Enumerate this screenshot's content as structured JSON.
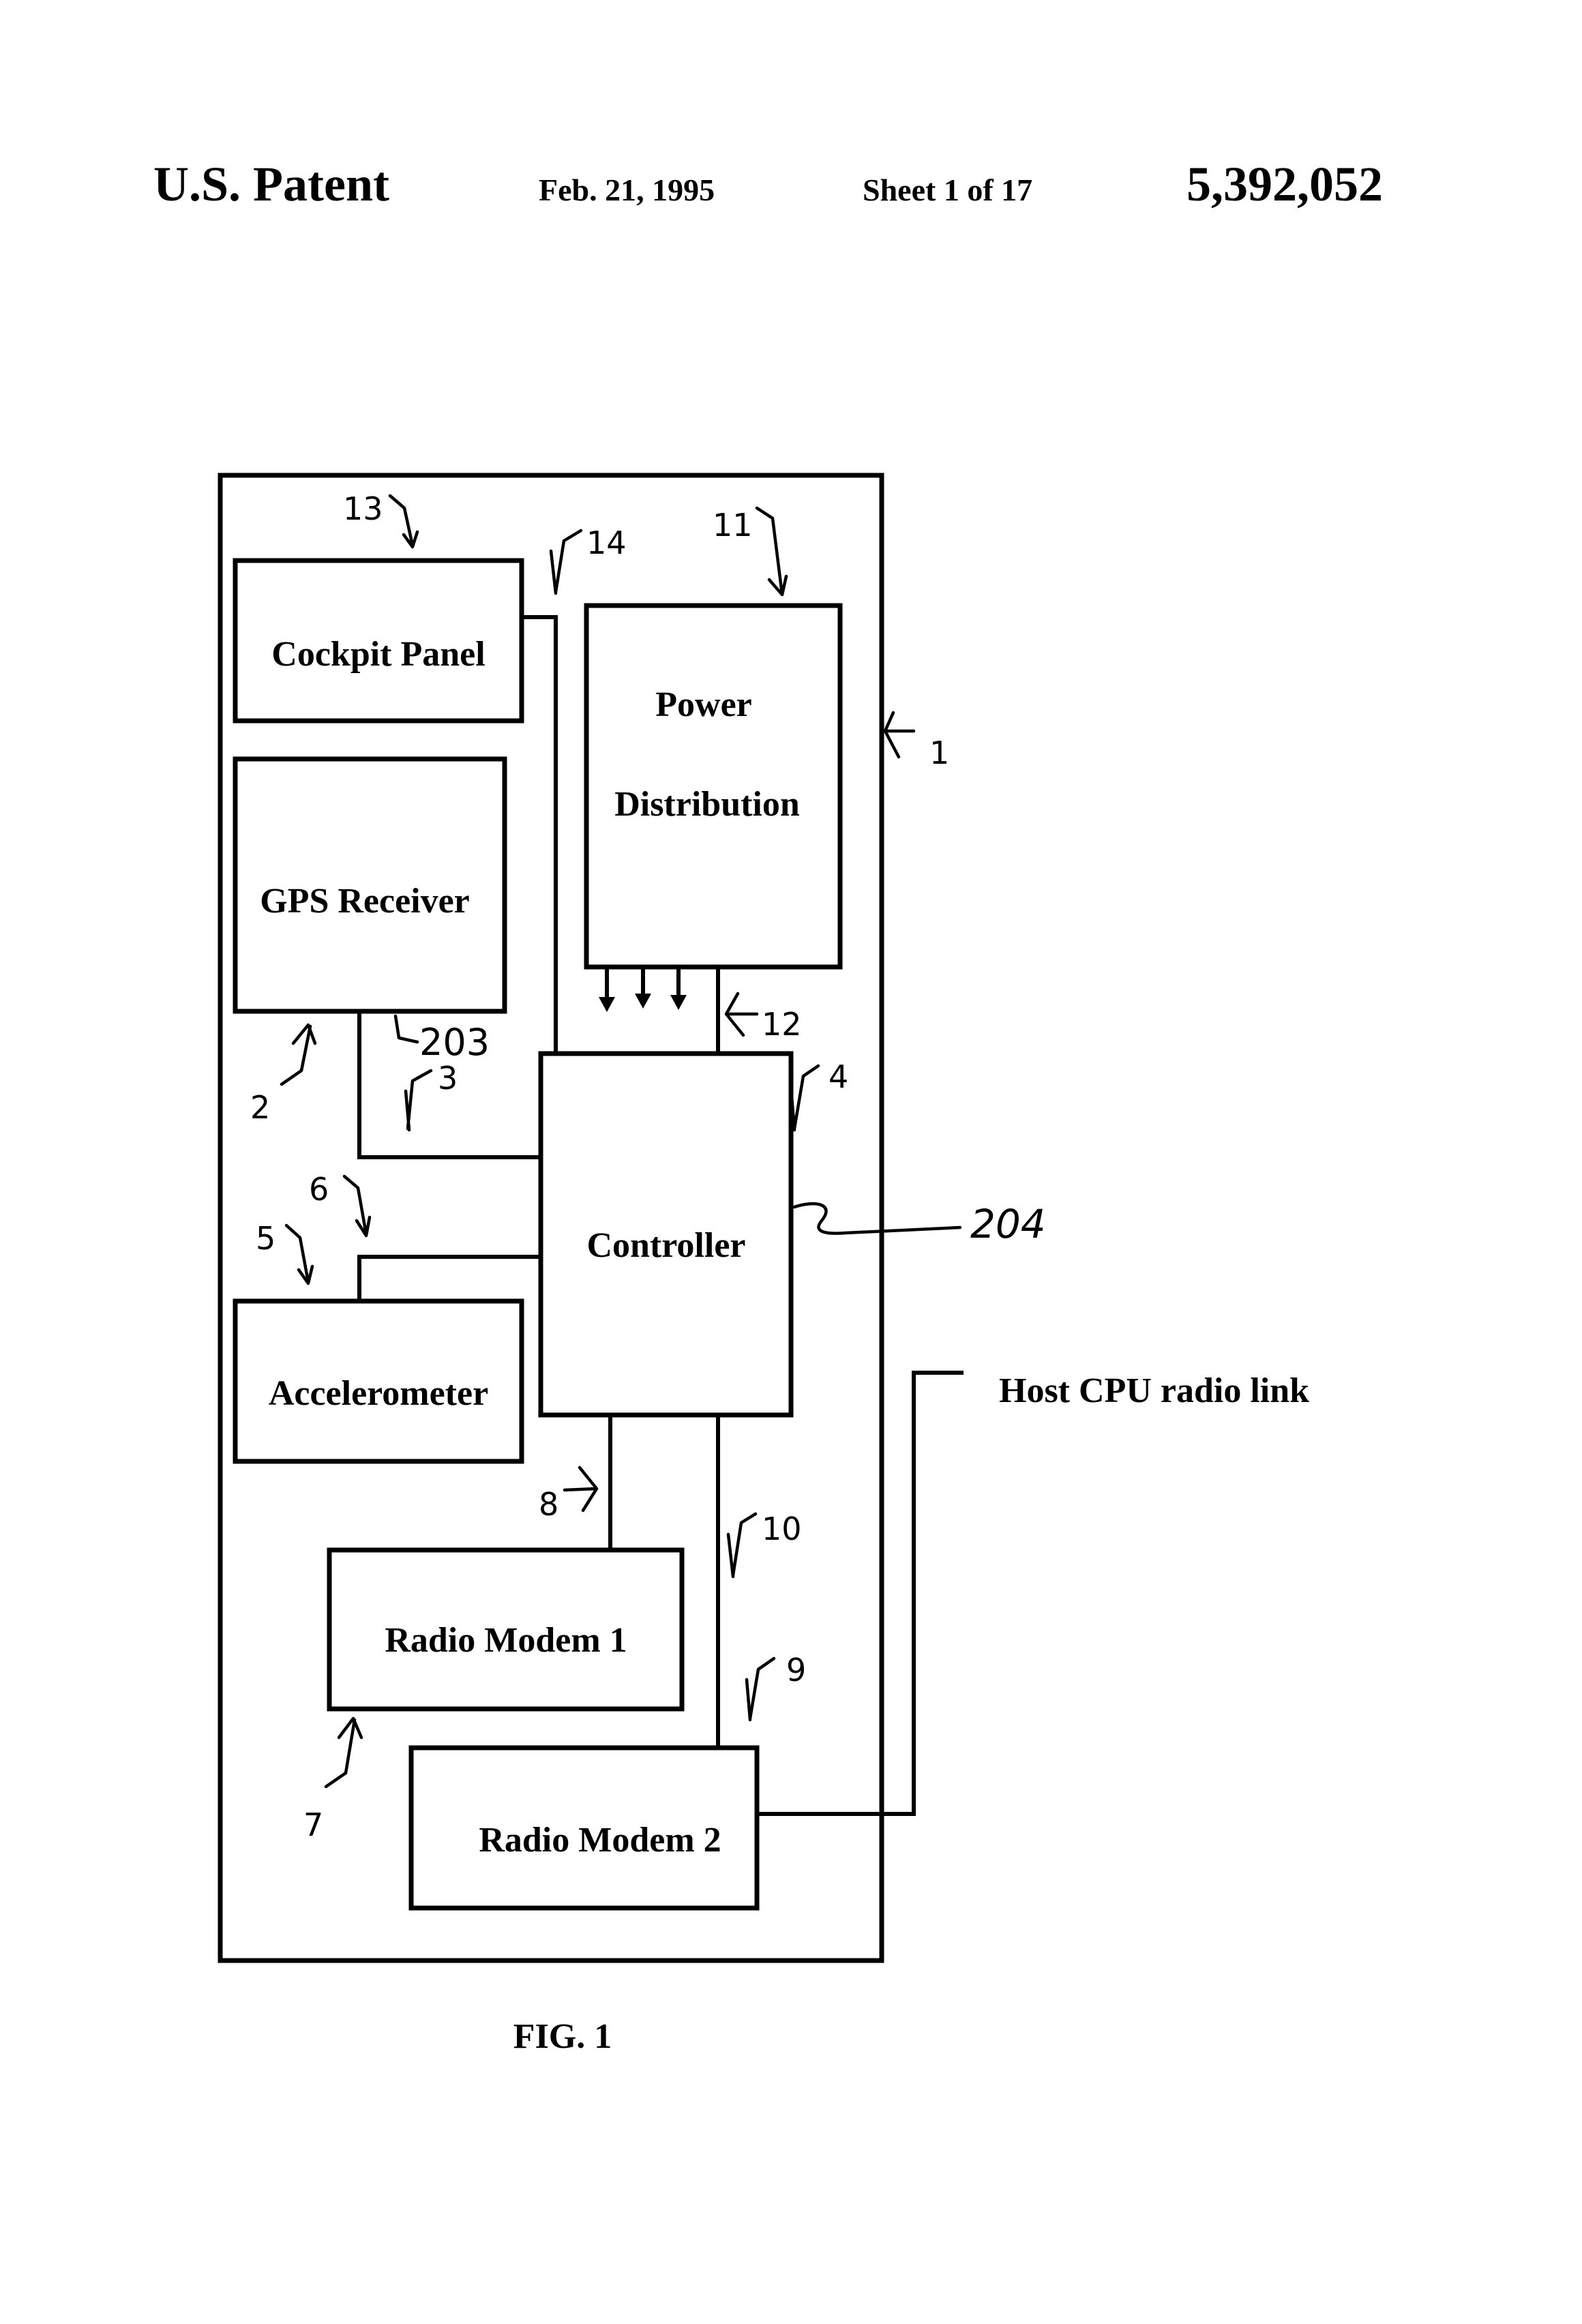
{
  "header": {
    "left": "U.S. Patent",
    "date": "Feb. 21, 1995",
    "sheet": "Sheet 1 of 17",
    "number": "5,392,052"
  },
  "blocks": {
    "cockpit_panel": "Cockpit Panel",
    "power": "Power",
    "distribution": "Distribution",
    "gps_receiver": "GPS Receiver",
    "controller": "Controller",
    "accelerometer": "Accelerometer",
    "radio_modem_1": "Radio Modem 1",
    "radio_modem_2": "Radio Modem 2"
  },
  "external_label": "Host CPU radio link",
  "reference_numerals": {
    "r1": "1",
    "r2": "2",
    "r3": "3",
    "r4": "4",
    "r5": "5",
    "r6": "6",
    "r7": "7",
    "r8": "8",
    "r9": "9",
    "r10": "10",
    "r11": "11",
    "r12": "12",
    "r13": "13",
    "r14": "14",
    "r203": "203",
    "r204": "204"
  },
  "figure_caption": "FIG. 1"
}
